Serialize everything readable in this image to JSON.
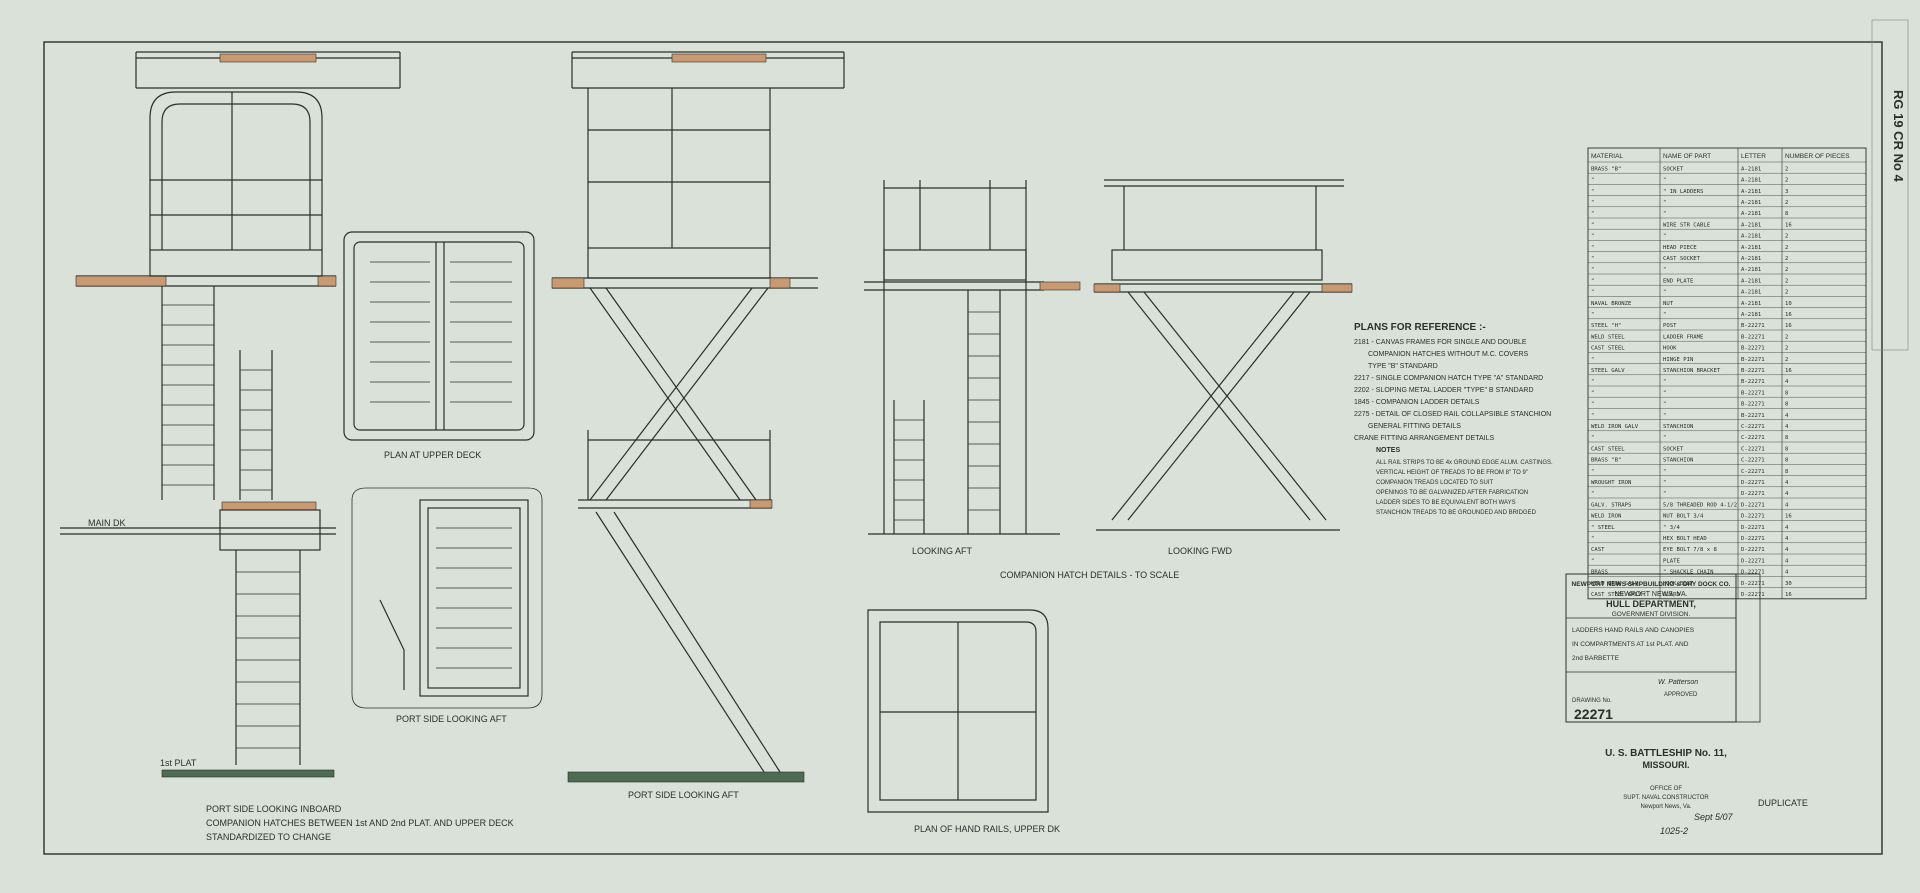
{
  "sheet": {
    "background": "#d9e1d8",
    "ink": "#2b2f2c",
    "deck_wood": "#c99a72",
    "floor_green": "#4e6b53",
    "side_stamp": "RG 19 CR No 4"
  },
  "titles": {
    "plan_upper_deck": "PLAN AT UPPER DECK",
    "port_side_looking_inboard": "PORT SIDE LOOKING INBOARD",
    "companion_hatch_caption": "COMPANION HATCHES BETWEEN 1st AND 2nd PLAT. AND UPPER DECK",
    "companion_sub_caption": "STANDARDIZED TO CHANGE",
    "port_side_looking_aft": "PORT SIDE LOOKING AFT",
    "looking_aft": "LOOKING AFT",
    "looking_fwd": "LOOKING FWD",
    "companion_hatch_details": "COMPANION HATCH DETAILS - TO SCALE",
    "plan_hand_rails": "PLAN OF HAND RAILS, UPPER DK",
    "main_dk": "MAIN DK",
    "first_plat": "1st PLAT"
  },
  "plans_for_reference": {
    "heading": "PLANS FOR REFERENCE :-",
    "items": [
      "2181 - CANVAS FRAMES FOR SINGLE AND DOUBLE",
      "COMPANION HATCHES WITHOUT M.C. COVERS",
      "TYPE \"B\" STANDARD",
      "2217 - SINGLE COMPANION HATCH TYPE \"A\" STANDARD",
      "2202 - SLOPING METAL LADDER \"TYPE\" B STANDARD",
      "1845 - COMPANION LADDER DETAILS",
      "2275 - DETAIL OF CLOSED RAIL COLLAPSIBLE STANCHION",
      "GENERAL FITTING DETAILS",
      "CRANE FITTING ARRANGEMENT DETAILS"
    ]
  },
  "notes": {
    "heading": "NOTES",
    "items": [
      "ALL RAIL STRIPS TO BE 4x GROUND EDGE ALUM. CASTINGS.",
      "VERTICAL HEIGHT OF TREADS TO BE FROM 8\" TO 9\"",
      "COMPANION TREADS LOCATED TO SUIT",
      "OPENINGS TO BE GALVANIZED AFTER FABRICATION",
      "LADDER SIDES TO BE EQUIVALENT BOTH WAYS",
      "STANCHION TREADS TO BE GROUNDED AND BRIDGED"
    ]
  },
  "schedule": {
    "headers": [
      "MATERIAL",
      "NAME OF PART",
      "LETTER",
      "NUMBER OF PIECES"
    ],
    "rows": [
      [
        "BRASS \"B\"",
        "SOCKET",
        "A-2181",
        "2"
      ],
      [
        "\"",
        "\"",
        "A-2181",
        "2"
      ],
      [
        "\"",
        "\" IN LADDERS",
        "A-2181",
        "3"
      ],
      [
        "\"",
        "\"",
        "A-2181",
        "2"
      ],
      [
        "\"",
        "\"",
        "A-2181",
        "8"
      ],
      [
        "\"",
        "WIRE STR CABLE",
        "A-2181",
        "16"
      ],
      [
        "\"",
        "\"",
        "A-2181",
        "2"
      ],
      [
        "\"",
        "HEAD PIECE",
        "A-2181",
        "2"
      ],
      [
        "\"",
        "CAST SOCKET",
        "A-2181",
        "2"
      ],
      [
        "\"",
        "\"",
        "A-2181",
        "2"
      ],
      [
        "\"",
        "END PLATE",
        "A-2181",
        "2"
      ],
      [
        "\"",
        "\"",
        "A-2181",
        "2"
      ],
      [
        "NAVAL BRONZE",
        "NUT",
        "A-2181",
        "10"
      ],
      [
        "\"",
        "\"",
        "A-2181",
        "16"
      ],
      [
        "STEEL \"H\"",
        "POST",
        "B-22271",
        "16"
      ],
      [
        "WELD STEEL",
        "LADDER FRAME",
        "B-22271",
        "2"
      ],
      [
        "CAST STEEL",
        "HOOK",
        "B-22271",
        "2"
      ],
      [
        "\"",
        "HINGE PIN",
        "B-22271",
        "2"
      ],
      [
        "STEEL GALV",
        "STANCHION BRACKET",
        "B-22271",
        "16"
      ],
      [
        "\"",
        "\"",
        "B-22271",
        "4"
      ],
      [
        "\"",
        "\"",
        "B-22271",
        "8"
      ],
      [
        "\"",
        "\"",
        "B-22271",
        "8"
      ],
      [
        "\"",
        "\"",
        "B-22271",
        "4"
      ],
      [
        "WELD IRON GALV",
        "STANCHION",
        "C-22271",
        "4"
      ],
      [
        "\"",
        "\"",
        "C-22271",
        "8"
      ],
      [
        "CAST STEEL",
        "SOCKET",
        "C-22271",
        "8"
      ],
      [
        "BRASS \"B\"",
        "STANCHION",
        "C-22271",
        "8"
      ],
      [
        "\"",
        "\"",
        "C-22271",
        "8"
      ],
      [
        "WROUGHT IRON",
        "\"",
        "D-22271",
        "4"
      ],
      [
        "\"",
        "\"",
        "D-22271",
        "4"
      ],
      [
        "GALV. STRAPS",
        "5/8 THREADED ROD 4-1/2",
        "D-22271",
        "4"
      ],
      [
        "WELD IRON",
        "NUT BOLT 3/4",
        "D-22271",
        "16"
      ],
      [
        "\" STEEL",
        "\" 3/4",
        "D-22271",
        "4"
      ],
      [
        "\"",
        "HEX BOLT HEAD",
        "D-22271",
        "4"
      ],
      [
        "CAST",
        "EYE BOLT 7/8 x 8",
        "D-22271",
        "4"
      ],
      [
        "\"",
        "PLATE",
        "D-22271",
        "4"
      ],
      [
        "BRASS",
        "\" SHACKLE CHAIN",
        "D-22271",
        "4"
      ],
      [
        "WELD IRON GALV",
        "HOOK BOLT",
        "D-22271",
        "30"
      ],
      [
        "CAST STEEL GALV",
        "GUARD",
        "D-22271",
        "16"
      ]
    ]
  },
  "title_block": {
    "line1": "NEWPORT NEWS SHIPBUILDING & DRY DOCK CO.",
    "line2": "NEWPORT NEWS, VA.",
    "line3": "HULL DEPARTMENT,",
    "line4": "GOVERNMENT DIVISION.",
    "desc1": "LADDERS HAND RAILS AND CANOPIES",
    "desc2": "IN COMPARTMENTS AT 1st PLAT. AND",
    "desc3": "2nd BARBETTE",
    "drawing_no_label": "DRAWING No.",
    "drawing_no": "22271",
    "approved": "APPROVED",
    "signature": "W. Patterson"
  },
  "stamp": {
    "ship1": "U. S. BATTLESHIP No. 11,",
    "ship2": "MISSOURI.",
    "office1": "OFFICE OF",
    "office2": "SUPT. NAVAL CONSTRUCTOR",
    "office3": "Newport News, Va.",
    "date": "Sept 5/07",
    "file_no": "1025-2",
    "duplicate": "DUPLICATE"
  }
}
